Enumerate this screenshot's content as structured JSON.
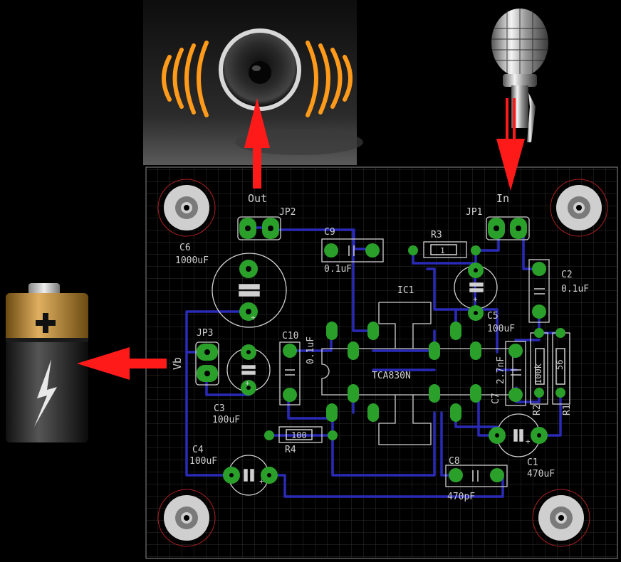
{
  "labels": {
    "out": "Out",
    "in": "In",
    "jp1": "JP1",
    "jp2": "JP2",
    "jp3": "JP3",
    "vb": "Vb",
    "ic1": "IC1",
    "ic_part": "TCA830N",
    "c1": "C1",
    "c1_val": "470uF",
    "c2": "C2",
    "c2_val": "0.1uF",
    "c3": "C3",
    "c3_val": "100uF",
    "c4": "C4",
    "c4_val": "100uF",
    "c5": "C5",
    "c5_val": "100uF",
    "c6": "C6",
    "c6_val": "1000uF",
    "c7": "C7",
    "c7_val": "2.7nF",
    "c8": "C8",
    "c8_val": "470pF",
    "c9": "C9",
    "c9_val": "0.1uF",
    "c10": "C10",
    "c10_val": "0.1uF",
    "r1": "R1",
    "r1_val": "56",
    "r2": "R2",
    "r2_val": "100k",
    "r3": "R3",
    "r3_val": "1",
    "r4": "R4",
    "r4_val": "100"
  },
  "colors": {
    "background": "#000000",
    "board_grid": "#2e2e2e",
    "trace": "#2a2ab8",
    "pad": "#2aa02a",
    "silkscreen": "#d0d0d0",
    "arrow": "#ff1a1a",
    "speaker_wave": "#ff9a1a"
  },
  "icons": [
    "speaker-icon",
    "microphone-icon",
    "battery-icon",
    "lightning-bolt-icon"
  ]
}
